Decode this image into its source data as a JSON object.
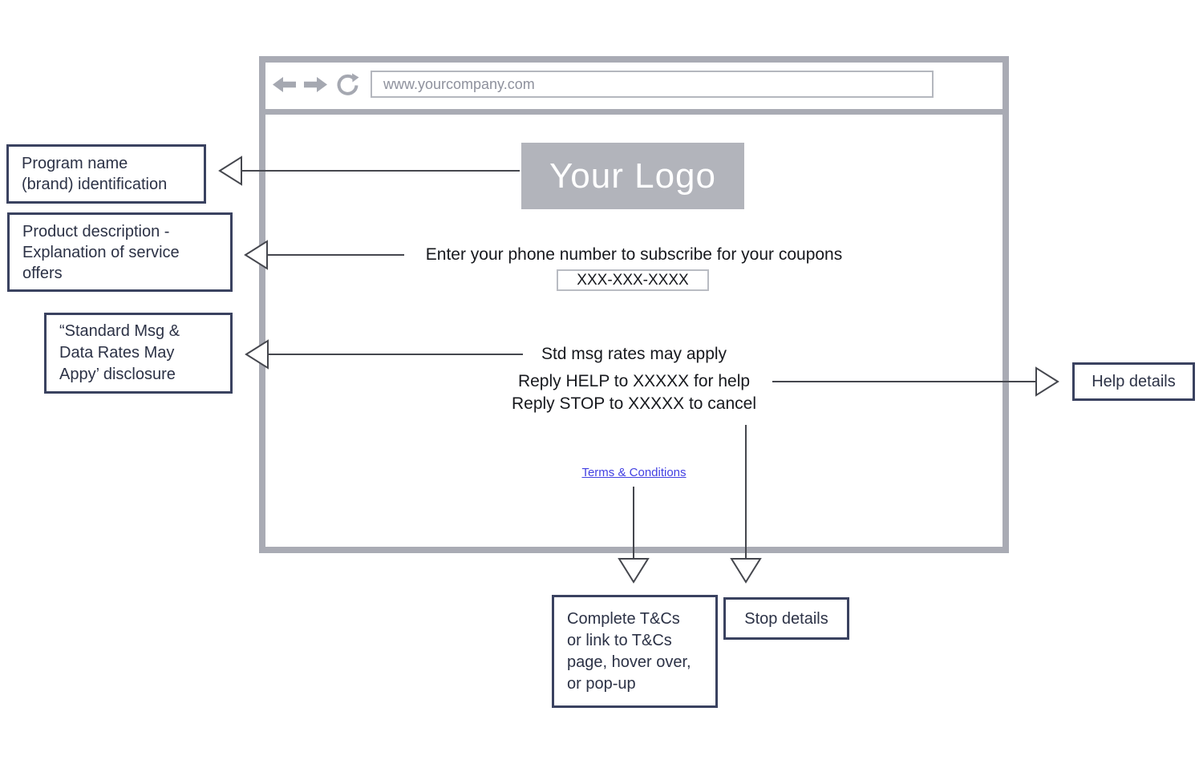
{
  "browser": {
    "url": "www.yourcompany.com",
    "nav_icons": [
      "back-arrow-icon",
      "forward-arrow-icon",
      "refresh-icon"
    ]
  },
  "page": {
    "logo": "Your Logo",
    "subscribe_prompt": "Enter your phone number to subscribe for your coupons",
    "phone_value": "XXX-XXX-XXXX",
    "disclosure": [
      "Std msg rates may apply",
      "Reply HELP to XXXXX for help",
      "Reply STOP to XXXXX to cancel"
    ],
    "terms_link": "Terms & Conditions"
  },
  "annotations": {
    "program_name": "Program name\n(brand) identification",
    "product_description": "Product description -\nExplanation of service\noffers",
    "std_msg_disclosure": "“Standard Msg &\nData Rates May\nAppy’ disclosure",
    "help_details": "Help details",
    "complete_tcs": "Complete T&Cs\nor link to T&Cs\npage, hover over,\nor pop-up",
    "stop_details": "Stop details"
  },
  "colors": {
    "frame_gray": "#a9abb4",
    "icon_gray": "#a5a8b1",
    "logo_gray": "#b2b4bb",
    "url_text_gray": "#8e919d",
    "annotation_border": "#3a4260",
    "annotation_text": "#2c3246",
    "page_text": "#17191e",
    "link_blue": "#4240e2",
    "arrow_stroke": "#45474e"
  }
}
